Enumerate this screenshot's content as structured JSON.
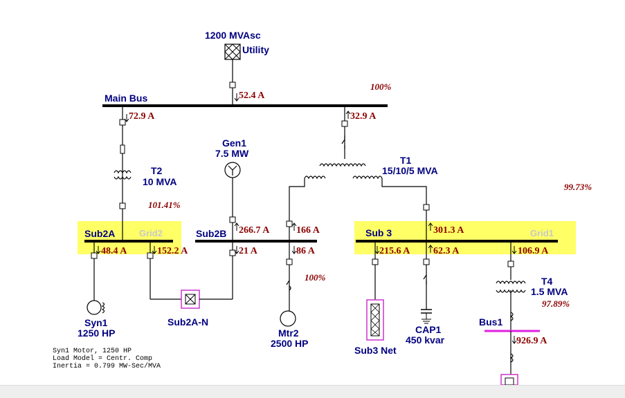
{
  "utility": {
    "rating": "1200 MVAsc",
    "name": "Utility"
  },
  "buses": {
    "main": "Main Bus",
    "sub2a": "Sub2A",
    "sub2b": "Sub2B",
    "sub3": "Sub 3",
    "bus1": "Bus1"
  },
  "grids": {
    "grid2": "Grid2",
    "grid1": "Grid1"
  },
  "gen1": {
    "name": "Gen1",
    "rating": "7.5 MW"
  },
  "t1": {
    "name": "T1",
    "rating": "15/10/5 MVA"
  },
  "t2": {
    "name": "T2",
    "rating": "10 MVA"
  },
  "t4": {
    "name": "T4",
    "rating": "1.5 MVA"
  },
  "loads": {
    "syn1": {
      "name": "Syn1",
      "rating": "1250 HP"
    },
    "mtr2": {
      "name": "Mtr2",
      "rating": "2500 HP"
    },
    "sub2an": "Sub2A-N",
    "sub3net": "Sub3 Net",
    "cap1": {
      "name": "CAP1",
      "rating": "450 kvar"
    }
  },
  "currents": {
    "utility": "52.4 A",
    "main_left": "72.9 A",
    "main_right": "32.9 A",
    "gen1": "266.7 A",
    "sub2b_right": "166 A",
    "sub2a_left": "48.4 A",
    "sub2a_right": "152.2 A",
    "sub2b_left": "21 A",
    "mtr2": "86 A",
    "sub3_in": "301.3 A",
    "sub3_left": "215.6 A",
    "cap1": "62.3 A",
    "sub3_right": "106.9 A",
    "bus1": "926.9 A"
  },
  "percents": {
    "p1": "100%",
    "p2": "101.41%",
    "p3": "99.73%",
    "p4": "100%",
    "p5": "97.89%"
  },
  "note": {
    "line1": "Syn1 Motor, 1250 HP",
    "line2": "Load Model = Centr. Comp",
    "line3": "Inertia = 0.799 MW-Sec/MVA"
  },
  "colors": {
    "label": "#000080",
    "current": "#8b0000",
    "highlight": "#ffff66",
    "grid": "#c8c8c8",
    "bus1": "#e020e0",
    "load_box": "#cc33cc"
  }
}
